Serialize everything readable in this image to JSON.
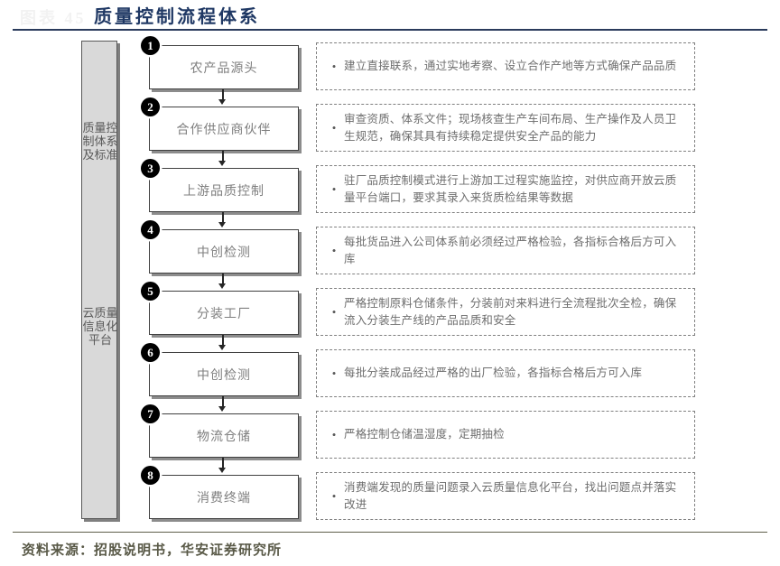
{
  "header": {
    "figure_label": "图表 45",
    "title": "质量控制流程体系"
  },
  "side_bar": {
    "labels": [
      {
        "text": "质量控制体系及标准"
      },
      {
        "text": "云质量信息化平台"
      }
    ]
  },
  "flow": {
    "steps": [
      {
        "number": "1",
        "box_label": "农产品源头",
        "bullet": "•",
        "description": "建立直接联系，通过实地考察、设立合作产地等方式确保产品品质"
      },
      {
        "number": "2",
        "box_label": "合作供应商伙伴",
        "bullet": "•",
        "description": "审查资质、体系文件；现场核查生产车间布局、生产操作及人员卫生规范，确保其具有持续稳定提供安全产品的能力"
      },
      {
        "number": "3",
        "box_label": "上游品质控制",
        "bullet": "•",
        "description": "驻厂品质控制模式进行上游加工过程实施监控，对供应商开放云质量平台端口，要求其录入来货质检结果等数据"
      },
      {
        "number": "4",
        "box_label": "中创检测",
        "bullet": "•",
        "description": "每批货品进入公司体系前必须经过严格检验，各指标合格后方可入库"
      },
      {
        "number": "5",
        "box_label": "分装工厂",
        "bullet": "•",
        "description": "严格控制原料仓储条件，分装前对来料进行全流程批次全检，确保流入分装生产线的产品品质和安全"
      },
      {
        "number": "6",
        "box_label": "中创检测",
        "bullet": "•",
        "description": "每批分装成品经过严格的出厂检验，各指标合格后方可入库"
      },
      {
        "number": "7",
        "box_label": "物流仓储",
        "bullet": "•",
        "description": "严格控制仓储温湿度，定期抽检"
      },
      {
        "number": "8",
        "box_label": "消费终端",
        "bullet": "•",
        "description": "消费端发现的质量问题录入云质量信息化平台，找出问题点并落实改进"
      }
    ]
  },
  "footer": {
    "source_note": "资料来源：招股说明书，华安证券研究所"
  },
  "colors": {
    "title": "#1f3864",
    "title_rule": "#2a3b5c",
    "sidebar_fill": "#d9d9d9",
    "box_border": "#404040",
    "box_text": "#7f7f7f",
    "desc_border": "#808080",
    "desc_text": "#6e6e6e",
    "circle_fill": "#000000",
    "footer_text": "#595947"
  }
}
